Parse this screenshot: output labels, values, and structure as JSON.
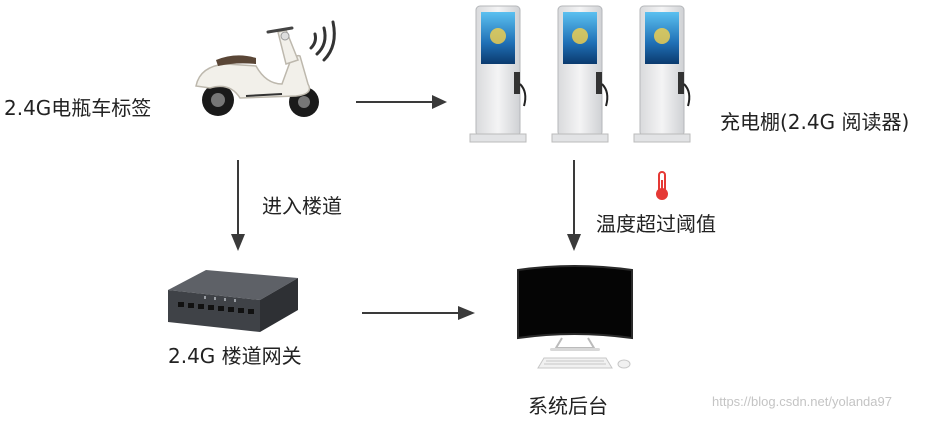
{
  "labels": {
    "scooter_tag": "2.4G电瓶车标签",
    "enter_corridor": "进入楼道",
    "charging_shed": "充电棚(2.4G 阅读器)",
    "temp_exceed": "温度超过阈值",
    "gateway": "2.4G 楼道网关",
    "backend": "系统后台"
  },
  "watermark": "https://blog.csdn.net/yolanda97",
  "colors": {
    "arrow": "#3a3a3a",
    "thermometer": "#e53935",
    "scooter_body": "#f2f0ea",
    "gateway_body": "#4a4d52",
    "monitor_screen": "#050505"
  }
}
